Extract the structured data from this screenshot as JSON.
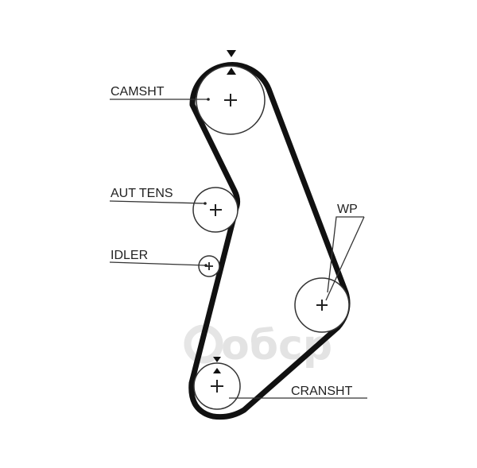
{
  "labels": {
    "camshaft": "CAMSHT",
    "auto_tensioner": "AUT TENS",
    "idler": "IDLER",
    "water_pump": "WP",
    "crankshaft": "CRANSHT"
  },
  "watermark": "oбcp",
  "colors": {
    "belt": "#111111",
    "pulley": "#333333",
    "text": "#222222",
    "watermark": "#e0e0e0"
  }
}
